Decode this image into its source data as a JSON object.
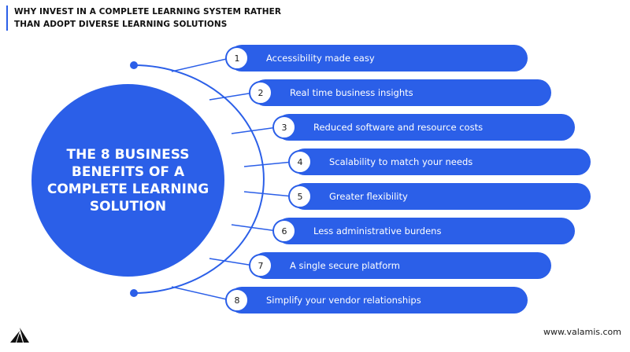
{
  "header": {
    "line1": "WHY INVEST IN A COMPLETE LEARNING SYSTEM RATHER",
    "line2": "THAN ADOPT DIVERSE LEARNING SOLUTIONS"
  },
  "center": {
    "text": "THE 8 BUSINESS\nBENEFITS OF A\nCOMPLETE LEARNING\nSOLUTION"
  },
  "benefits": [
    {
      "number": "1",
      "label": "Accessibility made easy"
    },
    {
      "number": "2",
      "label": "Real time business insights"
    },
    {
      "number": "3",
      "label": "Reduced software and resource costs"
    },
    {
      "number": "4",
      "label": "Scalability to match your needs"
    },
    {
      "number": "5",
      "label": "Greater flexibility"
    },
    {
      "number": "6",
      "label": "Less administrative burdens"
    },
    {
      "number": "7",
      "label": "A single secure platform"
    },
    {
      "number": "8",
      "label": "Simplify your vendor relationships"
    }
  ],
  "footer": {
    "website": "www.valamis.com",
    "logo_icon": "valamis-logo-icon"
  },
  "colors": {
    "accent": "#2b5fe8",
    "text_dark": "#111111",
    "text_light": "#ffffff"
  }
}
